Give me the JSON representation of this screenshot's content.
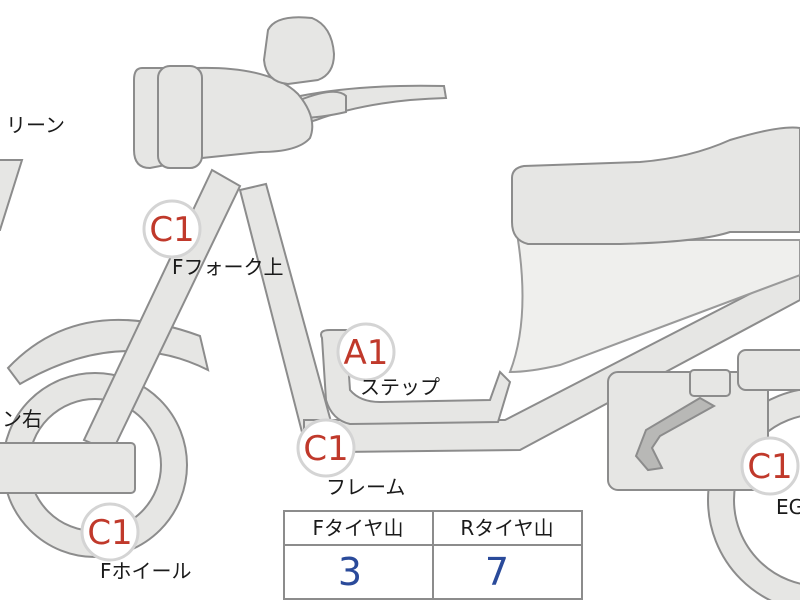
{
  "labels": {
    "screen_partial": "リーン",
    "fork_upper": "Fフォーク上",
    "step": "ステップ",
    "frame": "フレーム",
    "front_wheel": "Fホイール",
    "partial_right": "ン右",
    "engine_partial": "EG"
  },
  "badges": {
    "fork_upper": "C1",
    "step": "A1",
    "frame": "C1",
    "front_wheel": "C1",
    "engine": "C1"
  },
  "tread_table": {
    "headers": [
      "Fタイヤ山",
      "Rタイヤ山"
    ],
    "values": [
      "3",
      "7"
    ]
  },
  "colors": {
    "part_fill": "#e6e6e4",
    "part_stroke": "#8c8c8c",
    "code_red": "#c0392b",
    "value_blue": "#2a4a9a"
  }
}
